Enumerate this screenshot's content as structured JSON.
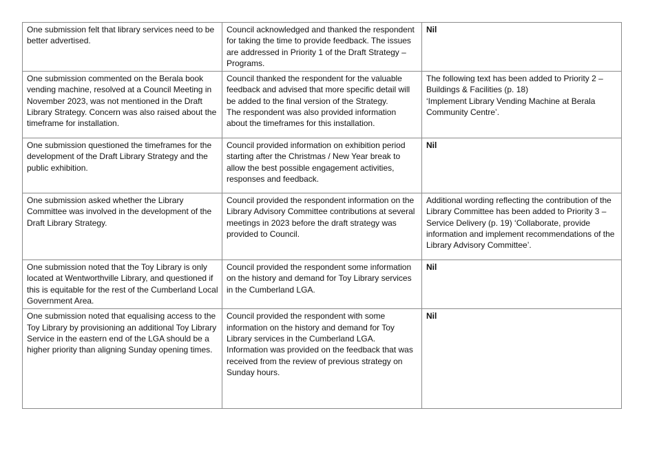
{
  "rows": [
    {
      "submission": "One submission felt that library services need to be better advertised.",
      "response": "Council acknowledged and thanked the respondent for taking the time to provide feedback. The issues are addressed in Priority 1 of the Draft Strategy – Programs.",
      "change": "Nil"
    },
    {
      "submission": "One submission commented on the Berala book vending machine, resolved at a Council Meeting in November 2023, was not mentioned in the Draft Library Strategy. Concern was also raised about the timeframe for installation.",
      "response": "Council thanked the respondent for the valuable feedback and advised  that more specific detail will be added to the final version of the Strategy.",
      "response_2": "The respondent was also provided information about the timeframes for this installation.",
      "change": "The following text has been added to Priority 2 – Buildings & Facilities (p. 18)",
      "change_2": "‘Implement Library Vending Machine at Berala Community Centre’."
    },
    {
      "submission": "One submission questioned the timeframes for the development of the Draft Library Strategy and the public exhibition.",
      "response": "Council provided information on exhibition period starting after the Christmas / New Year break to allow the best possible engagement activities, responses and feedback.",
      "change": "Nil"
    },
    {
      "submission": "One submission asked whether the Library Committee was involved in the development of the Draft Library Strategy.",
      "response": "Council provided the respondent information on the Library Advisory Committee contributions at several meetings in 2023 before the draft strategy was provided to Council.",
      "change": "Additional wording reflecting the contribution of the Library Committee has been added to Priority 3 – Service Delivery (p. 19)  ‘Collaborate, provide information and implement recommendations of the Library Advisory Committee’."
    },
    {
      "submission": "One submission noted that the Toy Library is only located at Wentworthville Library, and questioned if this is equitable for the rest of the Cumberland Local Government Area.",
      "response": "Council provided the respondent some information on the history and demand for Toy Library services in the Cumberland LGA.",
      "change": "Nil"
    },
    {
      "submission": "One submission noted that equalising access to the Toy Library by provisioning an additional Toy Library Service in the eastern end of the LGA should be a higher priority than aligning Sunday opening times.",
      "response": "Council provided the respondent with some information on the history and demand for Toy Library services in the Cumberland LGA.",
      "response_2": "Information was provided on the feedback that was received from the review of previous strategy on Sunday hours.",
      "change": "Nil"
    }
  ]
}
